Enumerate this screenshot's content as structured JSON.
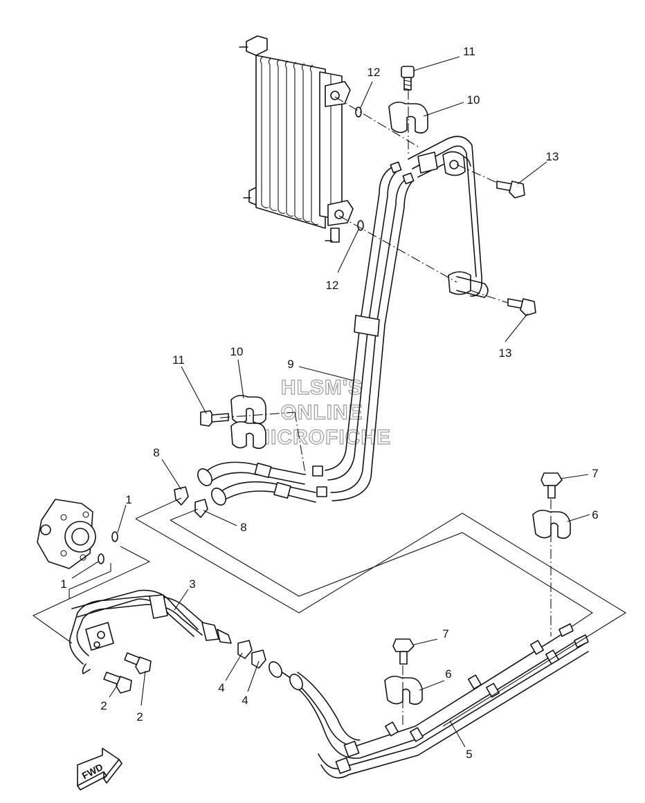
{
  "callouts": {
    "c1a": "1",
    "c1b": "1",
    "c2a": "2",
    "c2b": "2",
    "c3": "3",
    "c4a": "4",
    "c4b": "4",
    "c5": "5",
    "c6a": "6",
    "c6b": "6",
    "c7a": "7",
    "c7b": "7",
    "c8a": "8",
    "c8b": "8",
    "c9": "9",
    "c10a": "10",
    "c10b": "10",
    "c11a": "11",
    "c11b": "11",
    "c12a": "12",
    "c12b": "12",
    "c13a": "13",
    "c13b": "13"
  },
  "watermark": {
    "line1": "HLSM'S",
    "line2": "ONLINE",
    "line3": "MICROFICHE"
  },
  "fwd_label": "FWD"
}
